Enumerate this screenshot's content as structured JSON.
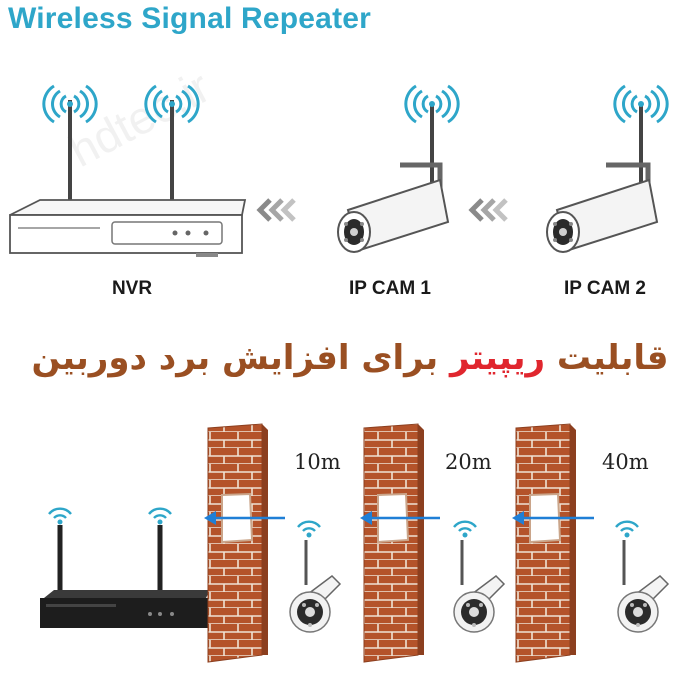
{
  "title": "Wireless Signal Repeater",
  "watermark": "hdtec.ir",
  "devices": {
    "nvr": "NVR",
    "cam1": "IP CAM 1",
    "cam2": "IP CAM 2"
  },
  "persian_caption": {
    "part1": "قابلیت ",
    "highlight": "ریپیتر",
    "part2": " برای افزایش برد دوربین"
  },
  "distances": [
    "10m",
    "20m",
    "40m"
  ],
  "colors": {
    "title": "#2ea6c9",
    "wifi": "#2ea6c9",
    "caption": "#9a4f22",
    "caption_highlight": "#e0262e",
    "brick": "#b4532a",
    "arrow": "#1f7fd6"
  },
  "icons": [
    "wifi-icon",
    "router-icon",
    "camera-icon",
    "chevron-arrow-icon",
    "brick-wall",
    "arrow-left-icon"
  ]
}
